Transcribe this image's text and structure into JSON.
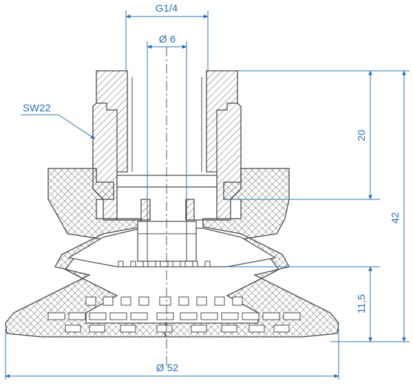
{
  "dimensions": {
    "thread": "G1/4",
    "bore": "Ø 6",
    "height_total": "42",
    "height_body": "20",
    "height_bellows": "11,5",
    "diameter": "Ø 52"
  },
  "callouts": {
    "wrench": "SW22"
  },
  "colors": {
    "dimension": "#2a6fb5",
    "outline": "#444444",
    "hatch": "#555555"
  }
}
